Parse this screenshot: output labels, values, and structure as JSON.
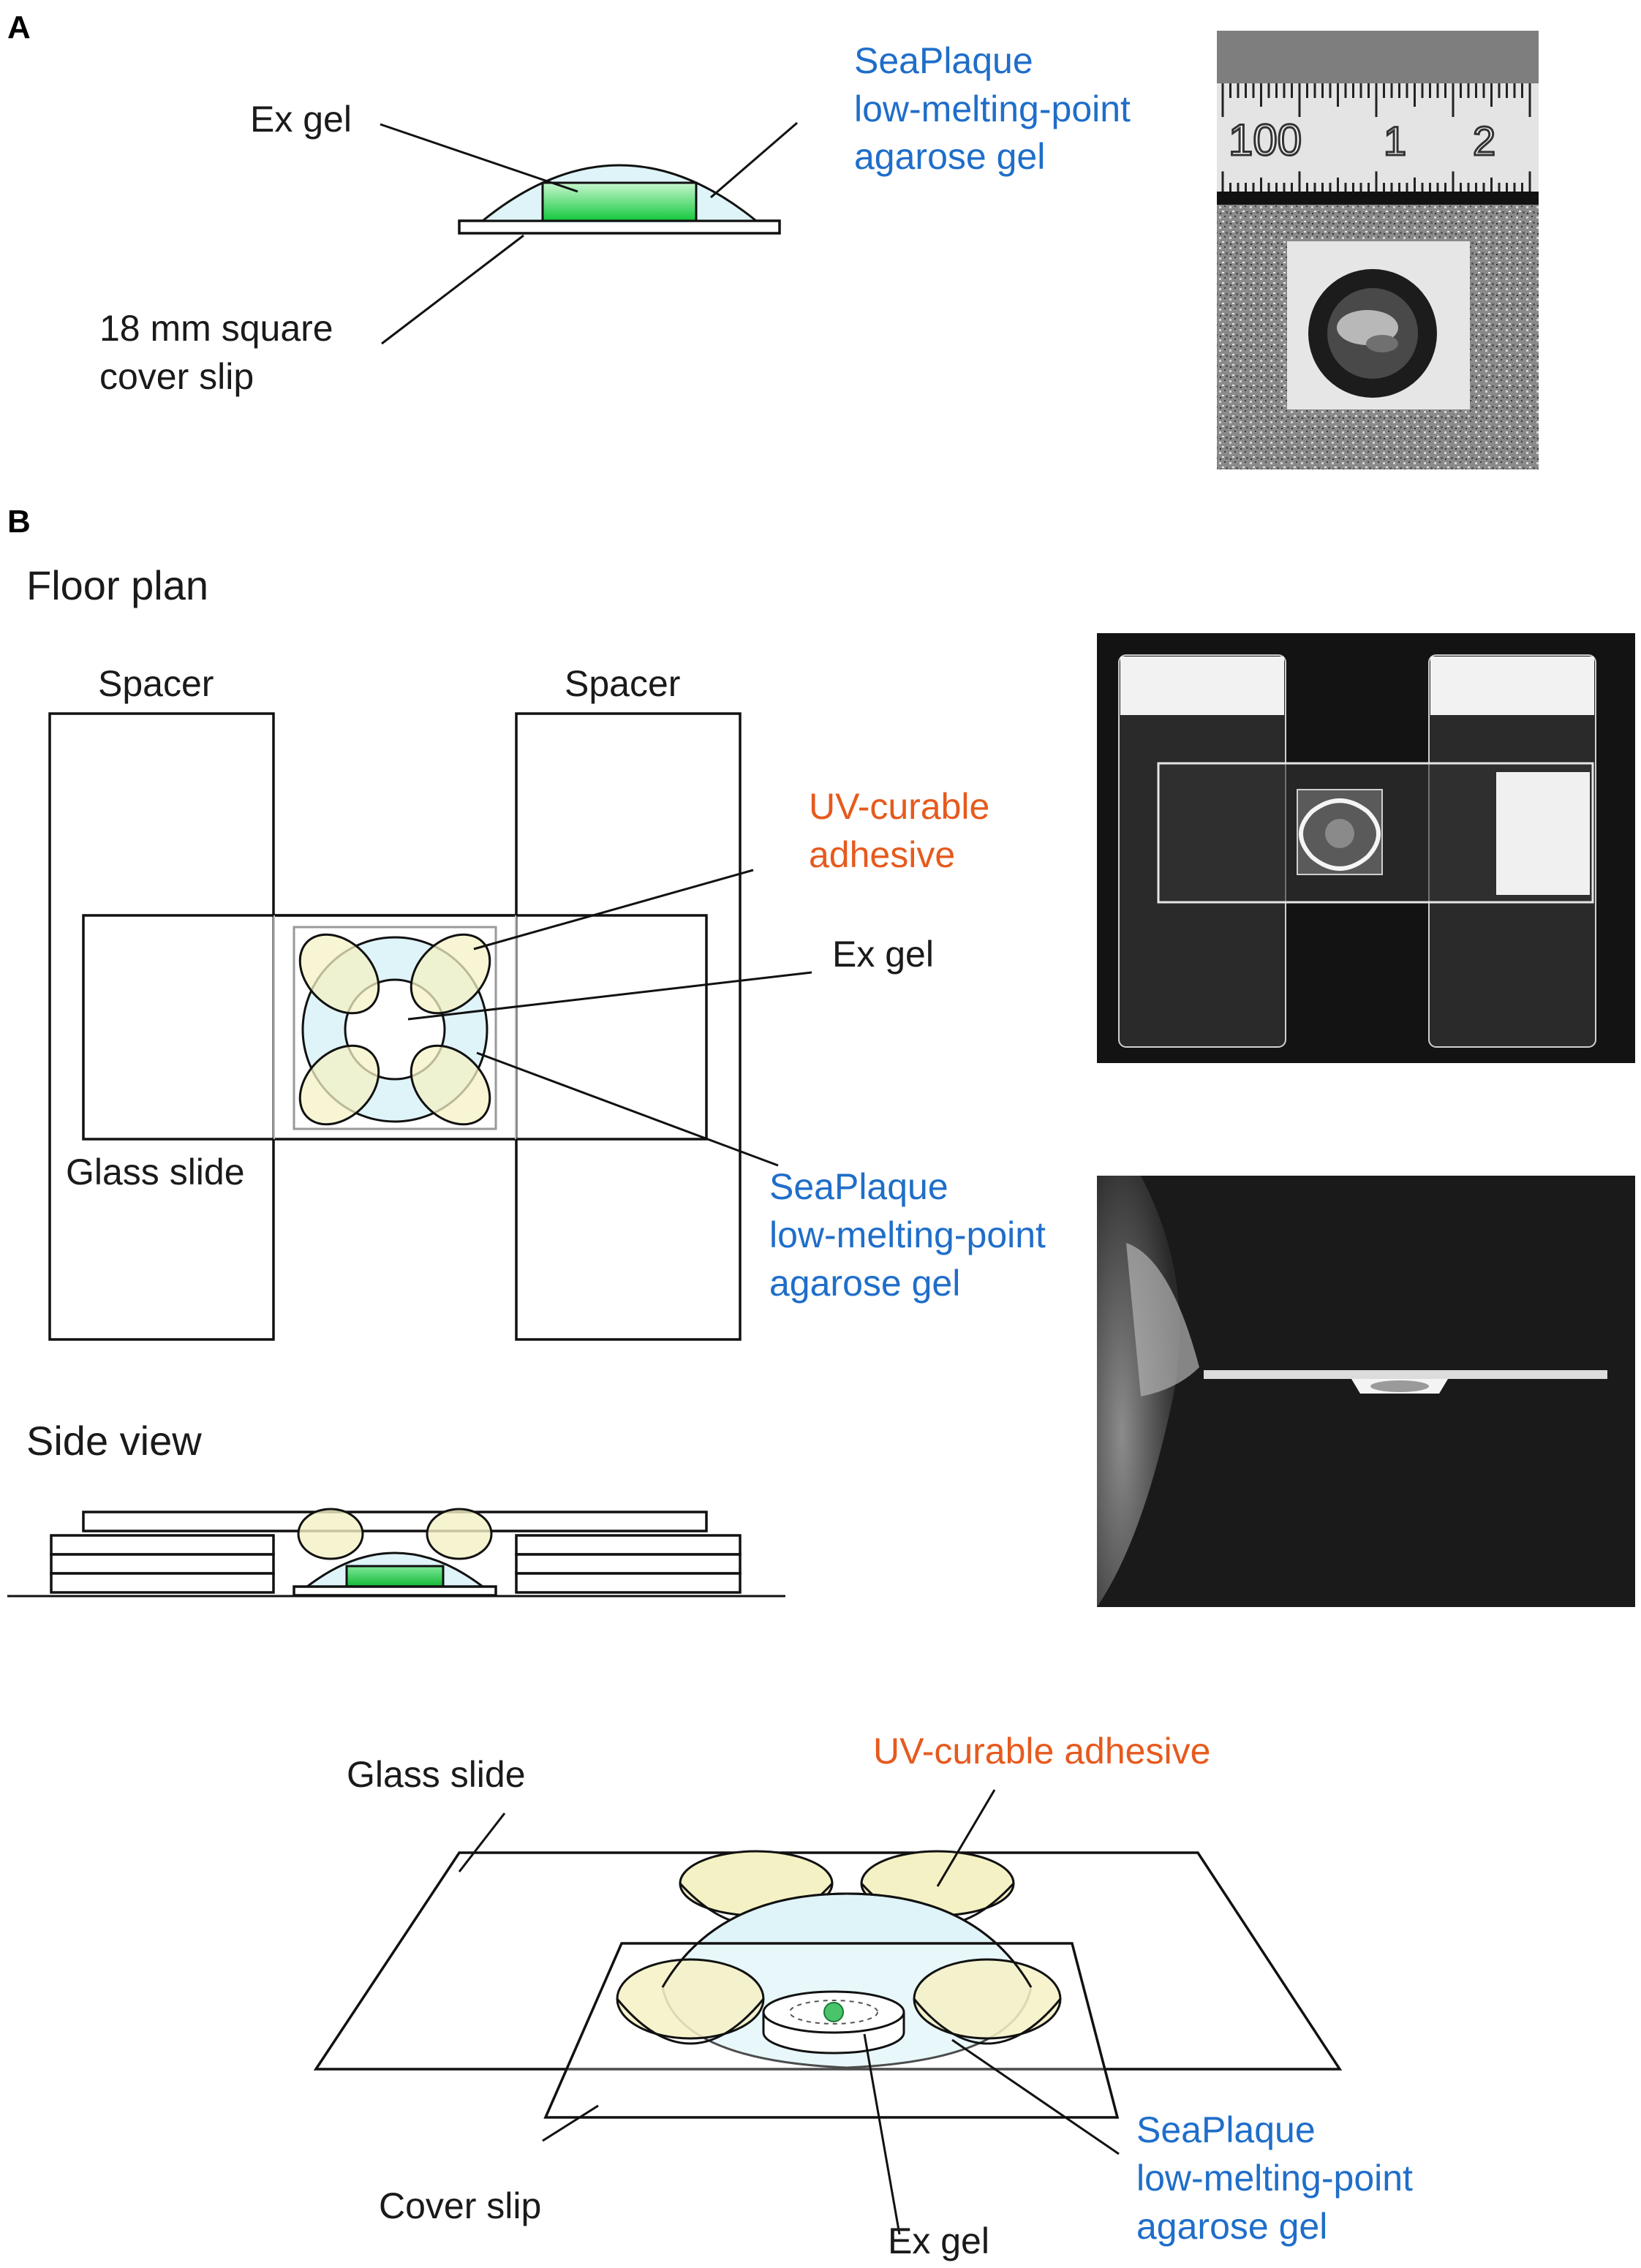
{
  "panels": {
    "a": {
      "letter": "A"
    },
    "b": {
      "letter": "B"
    }
  },
  "panel_a": {
    "ex_gel": "Ex gel",
    "agarose_line1": "SeaPlaque",
    "agarose_line2": "low-melting-point",
    "agarose_line3": "agarose gel",
    "coverslip_line1": "18 mm square",
    "coverslip_line2": "cover slip",
    "ruler_labels": [
      "100",
      "1",
      "2"
    ]
  },
  "panel_b": {
    "floor_plan_title": "Floor plan",
    "spacer_left": "Spacer",
    "spacer_right": "Spacer",
    "uv_line1": "UV-curable",
    "uv_line2": "adhesive",
    "ex_gel": "Ex gel",
    "glass_slide": "Glass slide",
    "agarose_line1": "SeaPlaque",
    "agarose_line2": "low-melting-point",
    "agarose_line3": "agarose gel",
    "side_view_title": "Side view"
  },
  "panel_c": {
    "glass_slide": "Glass slide",
    "uv_adhesive": "UV-curable adhesive",
    "cover_slip": "Cover slip",
    "ex_gel": "Ex gel",
    "agarose_line1": "SeaPlaque",
    "agarose_line2": "low-melting-point",
    "agarose_line3": "agarose gel"
  },
  "colors": {
    "label_blue": "#1f6ec9",
    "label_orange": "#e65a1e",
    "agarose_fill": "#dff4f8",
    "adhesive_fill": "#f4f1c4",
    "ex_gel_green": "#1fd24a"
  }
}
